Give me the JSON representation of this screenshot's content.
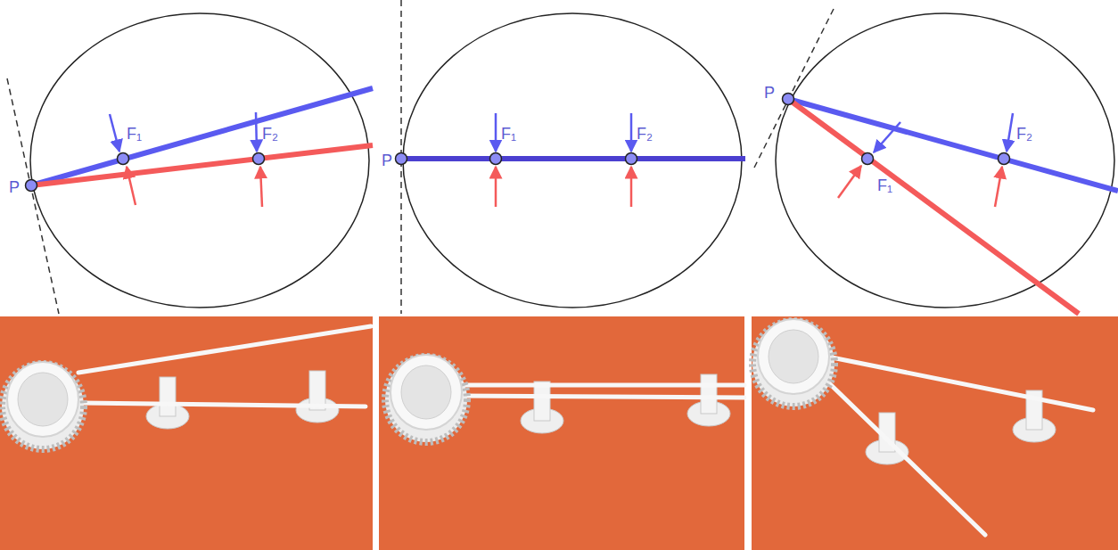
{
  "diagram": {
    "labels": [
      "P",
      "F₁",
      "F₂",
      "P",
      "F₁",
      "F₂",
      "P",
      "F₁",
      "F₂"
    ]
  }
}
